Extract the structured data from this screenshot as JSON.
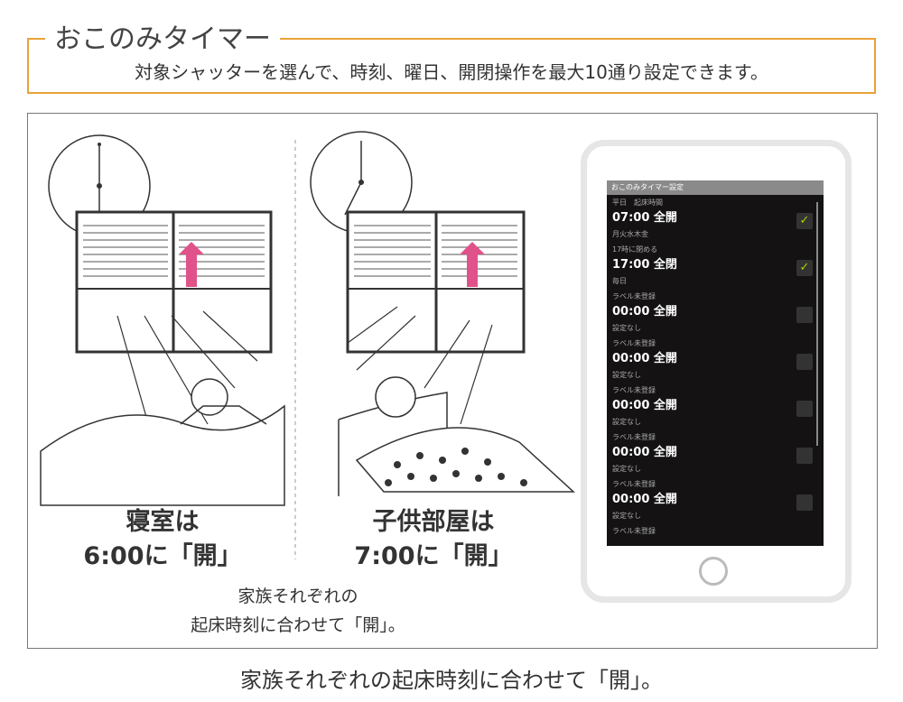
{
  "header": {
    "title": "おこのみタイマー",
    "subtitle": "対象シャッターを選んで、時刻、曜日、開閉操作を最大10通り設定できます。"
  },
  "left": {
    "line1": "寝室は",
    "line2": "6:00に「開」"
  },
  "center": {
    "line1": "子供部屋は",
    "line2": "7:00に「開」"
  },
  "caption": {
    "line1": "家族それぞれの",
    "line2": "起床時刻に合わせて「開」。"
  },
  "phone": {
    "screen_title": "おこのみタイマー設定",
    "entries": [
      {
        "label": "平日　起床時間",
        "time": "07:00 全開",
        "days": "月火水木金",
        "checked": true
      },
      {
        "label": "17時に閉める",
        "time": "17:00 全閉",
        "days": "毎日",
        "checked": true
      },
      {
        "label": "ラベル未登録",
        "time": "00:00 全開",
        "days": "設定なし",
        "checked": false
      },
      {
        "label": "ラベル未登録",
        "time": "00:00 全開",
        "days": "設定なし",
        "checked": false
      },
      {
        "label": "ラベル未登録",
        "time": "00:00 全開",
        "days": "設定なし",
        "checked": false
      },
      {
        "label": "ラベル未登録",
        "time": "00:00 全開",
        "days": "設定なし",
        "checked": false
      },
      {
        "label": "ラベル未登録",
        "time": "00:00 全開",
        "days": "設定なし",
        "checked": false
      }
    ],
    "last_label": "ラベル未登録",
    "check_mark": "✓"
  },
  "footer": "家族それぞれの起床時刻に合わせて「開」。",
  "colors": {
    "accent": "#e8a23a",
    "arrow": "#e0528a",
    "check": "#a4d400"
  }
}
